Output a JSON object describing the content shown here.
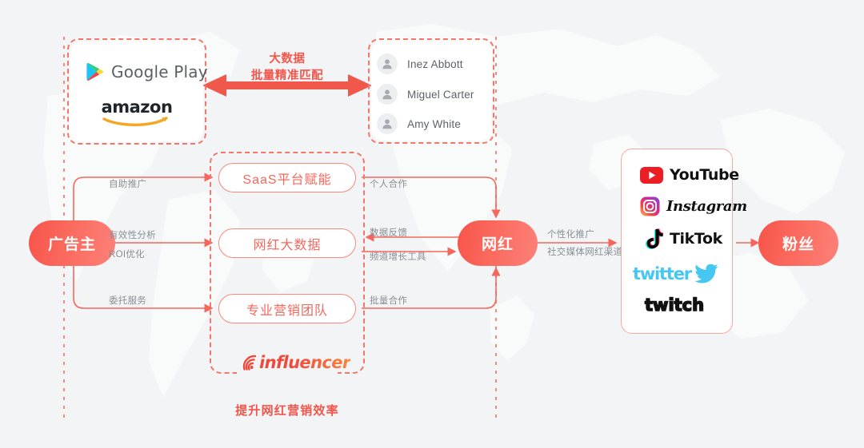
{
  "diagram": {
    "title_arrow": {
      "line1": "大数据",
      "line2": "批量精准匹配",
      "icon": "double-headed-arrow-icon"
    },
    "bottom_caption": "提升网红营销效率",
    "brand_wordmark": "influencer",
    "brand_icon": "signal-wave-icon"
  },
  "stores_panel": {
    "items": [
      {
        "name": "Google Play",
        "icon": "google-play-icon"
      },
      {
        "name": "amazon",
        "icon": "amazon-smile-icon"
      }
    ]
  },
  "people_panel": {
    "items": [
      {
        "name": "Inez Abbott",
        "icon": "user-avatar-icon"
      },
      {
        "name": "Miguel Carter",
        "icon": "user-avatar-icon"
      },
      {
        "name": "Amy White",
        "icon": "user-avatar-icon"
      }
    ]
  },
  "nodes": {
    "advertiser": "广告主",
    "influencer": "网红",
    "fans": "粉丝"
  },
  "capabilities": [
    {
      "label": "SaaS平台赋能"
    },
    {
      "label": "网红大数据"
    },
    {
      "label": "专业营销团队"
    }
  ],
  "edge_labels": {
    "self_promotion": "自助推广",
    "effectiveness_analysis": "有效性分析",
    "roi_optimization": "ROI优化",
    "agency_service": "委托服务",
    "individual_cooperation": "个人合作",
    "data_feedback": "数据反馈",
    "channel_growth_tools": "频道增长工具",
    "bulk_cooperation": "批量合作",
    "personalized_promotion": "个性化推广",
    "social_media_channels": "社交媒体网红渠道"
  },
  "platforms_panel": {
    "items": [
      {
        "name": "YouTube",
        "icon": "youtube-icon"
      },
      {
        "name": "Instagram",
        "icon": "instagram-icon"
      },
      {
        "name": "TikTok",
        "icon": "tiktok-icon"
      },
      {
        "name": "twitter",
        "icon": "twitter-bird-icon"
      },
      {
        "name": "twitch",
        "icon": "twitch-icon"
      }
    ]
  },
  "colors": {
    "accent": "#f4554a",
    "accent_soft": "#f2766a",
    "label_gray": "#8a8f96",
    "background": "#f3f4f6"
  }
}
